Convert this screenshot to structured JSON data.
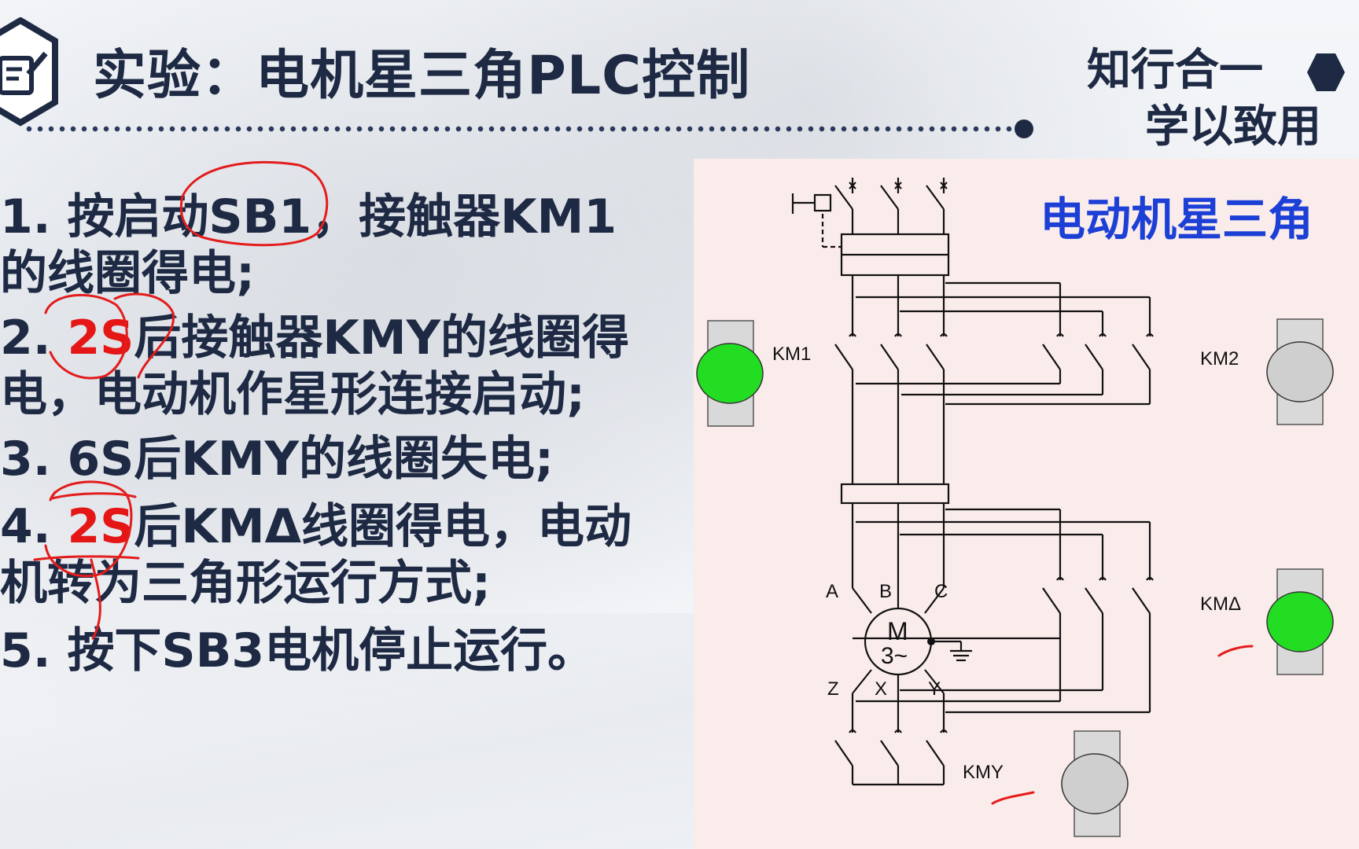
{
  "header": {
    "title": "实验：电机星三角PLC控制",
    "motto_line1": "知行合一",
    "motto_line2": "学以致用"
  },
  "steps": [
    {
      "num": "1.",
      "parts": [
        {
          "t": "按启动SB1，接触器KM1"
        }
      ],
      "line2": "的线圈得电;"
    },
    {
      "num": "2.",
      "parts": [
        {
          "t": "2S",
          "red": true
        },
        {
          "t": "后接触器KMY的线圈得"
        }
      ],
      "line2": "电，电动机作星形连接启动;"
    },
    {
      "num": "3.",
      "parts": [
        {
          "t": "6S后KMY的线圈失电;"
        }
      ],
      "line2": ""
    },
    {
      "num": "4.",
      "parts": [
        {
          "t": "2S",
          "red": true
        },
        {
          "t": "后KMΔ线圈得电，电动"
        }
      ],
      "line2": "机转为三角形运行方式;"
    },
    {
      "num": "5.",
      "parts": [
        {
          "t": "按下SB3电机停止运行。"
        }
      ],
      "line2": ""
    }
  ],
  "diagram": {
    "title": "电动机星三角",
    "labels": {
      "km1": "KM1",
      "km2": "KM2",
      "kmd": "KMΔ",
      "kmy": "KMY",
      "terminal_a": "A",
      "terminal_b": "B",
      "terminal_c": "C",
      "terminal_z": "Z",
      "terminal_x": "X",
      "terminal_y": "Y",
      "motor_m": "M",
      "motor_phase": "3~"
    },
    "lamps": {
      "km1": {
        "state": "on",
        "color": "#22dd22"
      },
      "km2": {
        "state": "off",
        "color": "#cfcfcf"
      },
      "kmd": {
        "state": "on",
        "color": "#22dd22"
      },
      "kmy": {
        "state": "off",
        "color": "#cfcfcf"
      }
    }
  },
  "colors": {
    "text": "#1e2a44",
    "highlight": "#e41616",
    "diagram_title": "#1c3fd6",
    "panel_bg": "#fbecec",
    "ink_annotation": "#e31c1c"
  }
}
